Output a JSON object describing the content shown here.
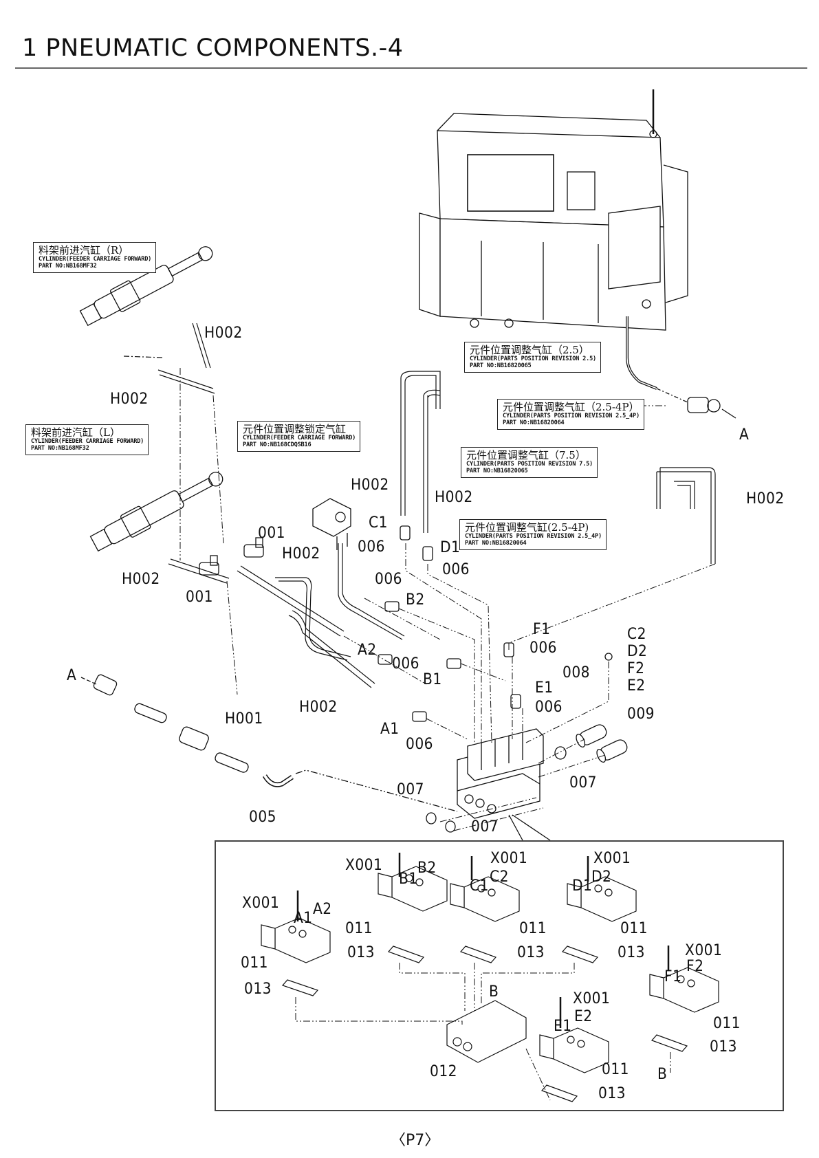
{
  "page": {
    "title": "1 PNEUMATIC  COMPONENTS.-4",
    "page_number": "〈P7〉"
  },
  "callouts": [
    {
      "id": "feeder-r",
      "cn": "料架前进汽缸（R）",
      "en": "CYLINDER(FEEDER CARRIAGE FORWARD)",
      "part": "PART NO:NB168MF32"
    },
    {
      "id": "feeder-l",
      "cn": "料架前进汽缸（L）",
      "en": "CYLINDER(FEEDER CARRIAGE FORWARD)",
      "part": "PART NO:NB168MF32"
    },
    {
      "id": "lock",
      "cn": "元件位置调整锁定气缸",
      "en": "CYLINDER(FEEDER CARRIAGE FORWARD)",
      "part": "PART NO:NB168CDQSB16"
    },
    {
      "id": "rev-2-5",
      "cn": "元件位置调整气缸（2.5）",
      "en": "CYLINDER(PARTS POSITION REVISION 2.5)",
      "part": "PART NO:NB16820065"
    },
    {
      "id": "rev-2-5-4p-a",
      "cn": "元件位置调整气缸（2.5-4P）",
      "en": "CYLINDER(PARTS POSITION REVISION 2.5_4P)",
      "part": "PART NO:NB16820064"
    },
    {
      "id": "rev-7-5",
      "cn": "元件位置调整气缸（7.5）",
      "en": "CYLINDER(PARTS POSITION REVISION 7.5)",
      "part": "PART NO:NB16820065"
    },
    {
      "id": "rev-2-5-4p-b",
      "cn": "元件位置调整气缸(2.5-4P)",
      "en": "CYLINDER(PARTS POSITION REVISION 2.5_4P)",
      "part": "PART NO:NB16820064"
    }
  ],
  "labels": {
    "h002_1": "H002",
    "h002_2": "H002",
    "h002_3": "H002",
    "h002_4": "H002",
    "h002_5": "H002",
    "h002_6": "H002",
    "h002_7": "H002",
    "h002_8": "H002",
    "h001": "H001",
    "l001_a": "001",
    "l001_b": "001",
    "c1": "C1",
    "d1": "D1",
    "b2": "B2",
    "a2": "A2",
    "b1": "B1",
    "a1": "A1",
    "f1": "F1",
    "e1": "E1",
    "c2": "C2",
    "d2": "D2",
    "f2": "F2",
    "e2": "E2",
    "l006_c1": "006",
    "l006_d1": "006",
    "l006_b2": "006",
    "l006_a2": "006",
    "l006_a1": "006",
    "l006_f1": "006",
    "l006_e1": "006",
    "l008": "008",
    "l009": "009",
    "l007_r": "007",
    "l007_l": "007",
    "l007_b": "007",
    "l005": "005",
    "a_left": "A",
    "a_right": "A"
  },
  "inset": {
    "valves": [
      {
        "name": "valve-a",
        "port1": "A1",
        "port2": "A2",
        "screw": "X001",
        "body": "011",
        "gasket": "013"
      },
      {
        "name": "valve-b",
        "port1": "B1",
        "port2": "B2",
        "screw": "X001",
        "body": "011",
        "gasket": "013"
      },
      {
        "name": "valve-c",
        "port1": "C1",
        "port2": "C2",
        "screw": "X001",
        "body": "011",
        "gasket": "013"
      },
      {
        "name": "valve-d",
        "port1": "D1",
        "port2": "D2",
        "screw": "X001",
        "body": "011",
        "gasket": "013"
      },
      {
        "name": "valve-e",
        "port1": "E1",
        "port2": "E2",
        "screw": "X001",
        "body": "011",
        "gasket": "013"
      },
      {
        "name": "valve-f",
        "port1": "F1",
        "port2": "F2",
        "screw": "X001",
        "body": "011",
        "gasket": "013"
      }
    ],
    "manifold_label": "012",
    "b_top": "B",
    "b_bottom": "B"
  }
}
